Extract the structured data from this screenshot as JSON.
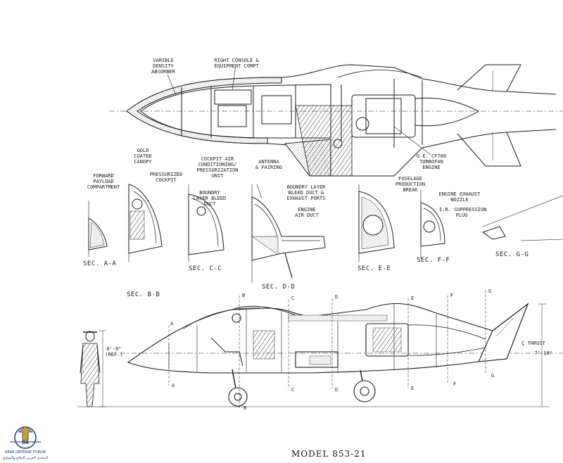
{
  "callouts": {
    "absorber": "Varible\nDensity\nAbsorber",
    "right_console": "Right Console &\nEquipment Compt",
    "gold_canopy": "Gold\nCoated\nCanopy",
    "pressurized_cockpit": "Pressurized\nCockpit",
    "forward_payload": "Forward\nPayload\nCompartment",
    "cockpit_air": "Cockpit Air\nConditioning/\nPressurization\nUnit",
    "antenna": "Antenna\n& Fairing",
    "boundary_bleed": "Boundry\nLayer Bleed\nDuct",
    "boundary_bleed_exhaust": "Boundry Layer\nBleed Duct &\nExhaust Ports",
    "engine_air_duct": "Engine\nAir Duct",
    "ge_engine": "G.E. CF700\nTurbofan\nEngine",
    "fuselage_break": "Fuselage\nProduction\nBreak",
    "engine_exhaust": "Engine Exhaust\nNozzle",
    "ir_suppression": "I.R. Suppression\nPlug"
  },
  "sections": {
    "aa": "SEC. A-A",
    "bb": "SEC. B-B",
    "cc": "SEC. C-C",
    "dd": "SEC. D-D",
    "ee": "SEC. E-E",
    "ff": "SEC. F-F",
    "gg": "SEC. G-G"
  },
  "cut_marks": [
    "A",
    "B",
    "C",
    "D",
    "E",
    "F",
    "G"
  ],
  "dimensions": {
    "human_height": "6'-0\"\n(REF.)",
    "tail_height": "7'-10\"",
    "thrust_line": "Ç THRUST"
  },
  "title": "MODEL 853-21",
  "logo": {
    "mark": "DA",
    "line1": "ARAB DEFENSE FORUM",
    "line2": "المنتدى العربي للدفاع والتسليح"
  },
  "colors": {
    "ink": "#1a1a1a",
    "paper": "#ffffff",
    "stipple": "#555555",
    "logo_blue": "#1b3a7a"
  }
}
